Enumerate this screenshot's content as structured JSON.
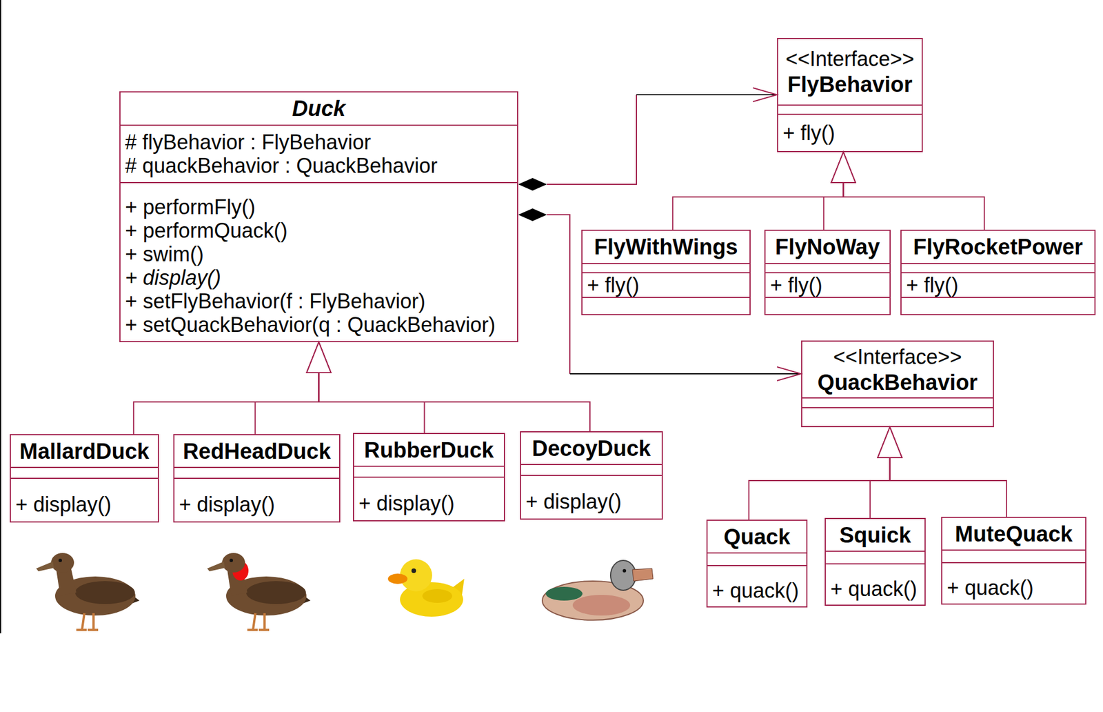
{
  "diagram": {
    "nodes": [
      {
        "text": [
          "Duck",
          "# flyBehavior : FlyBehavior",
          "# quackBehavior : QuackBehavior",
          "+ performFly()",
          "+ performQuack()",
          "+ swim()",
          "+ display()",
          "+ setFlyBehavior(f : FlyBehavior)",
          "+ setQuackBehavior(q : QuackBehavior)"
        ]
      },
      {
        "text": [
          "<<Interface>>",
          "FlyBehavior",
          "+ fly()"
        ]
      },
      {
        "text": [
          "FlyWithWings",
          "+ fly()"
        ]
      },
      {
        "text": [
          "FlyNoWay",
          "+ fly()"
        ]
      },
      {
        "text": [
          "FlyRocketPower",
          "+ fly()"
        ]
      },
      {
        "text": [
          "<<Interface>>",
          "QuackBehavior"
        ]
      },
      {
        "text": [
          "MallardDuck",
          "+ display()"
        ]
      },
      {
        "text": [
          "RedHeadDuck",
          "+ display()"
        ]
      },
      {
        "text": [
          "RubberDuck",
          "+ display()"
        ]
      },
      {
        "text": [
          "DecoyDuck",
          "+ display()"
        ]
      },
      {
        "text": [
          "Quack",
          "+ quack()"
        ]
      },
      {
        "text": [
          "Squick",
          "+ quack()"
        ]
      },
      {
        "text": [
          "MuteQuack",
          "+ quack()"
        ]
      }
    ],
    "edges": [
      {
        "from": 0,
        "to": 1,
        "arrow": "both"
      },
      {
        "from": 0,
        "to": 5,
        "arrow": "both"
      },
      {
        "from": 2,
        "to": 1,
        "arrow": "to"
      },
      {
        "from": 3,
        "to": 1,
        "arrow": "to"
      },
      {
        "from": 4,
        "to": 1,
        "arrow": "to"
      },
      {
        "from": 6,
        "to": 0,
        "arrow": "to"
      },
      {
        "from": 7,
        "to": 0,
        "arrow": "to"
      },
      {
        "from": 8,
        "to": 0,
        "arrow": "to"
      },
      {
        "from": 9,
        "to": 0,
        "arrow": "to"
      },
      {
        "from": 10,
        "to": 5,
        "arrow": "to"
      },
      {
        "from": 11,
        "to": 5,
        "arrow": "to"
      },
      {
        "from": 12,
        "to": 5,
        "arrow": "to"
      }
    ]
  }
}
